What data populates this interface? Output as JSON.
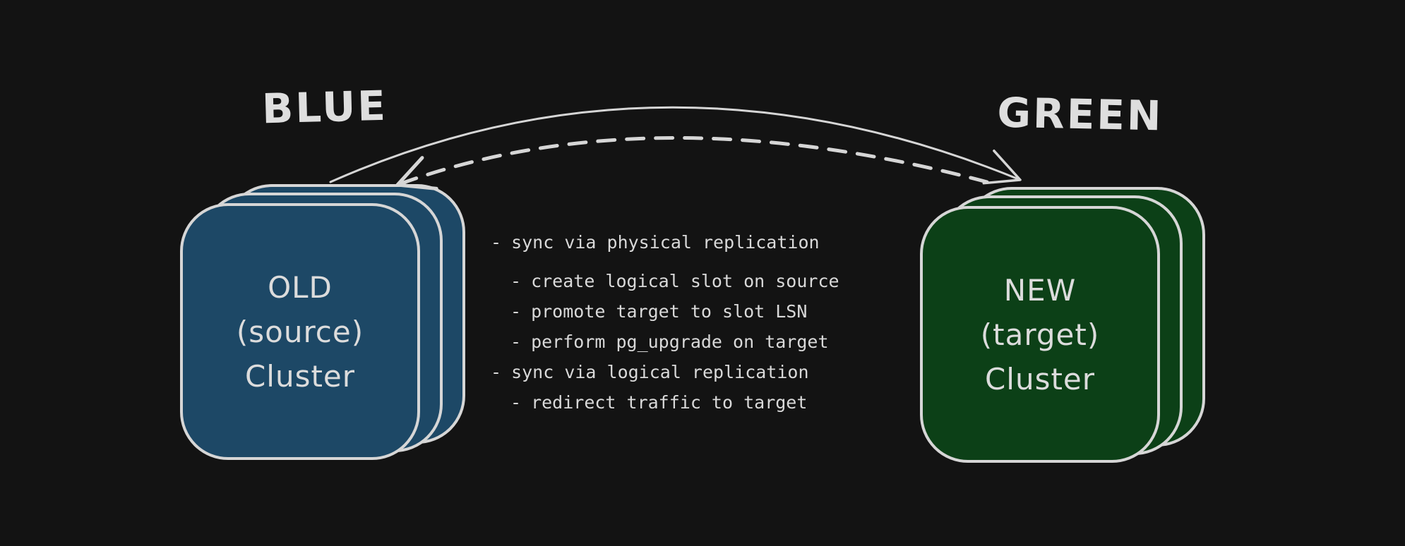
{
  "canvas": {
    "background": "#131313",
    "stroke_color": "#d6d6d6",
    "text_color": "#d9d9d9"
  },
  "titles": {
    "left": "BLUE",
    "right": "GREEN"
  },
  "clusters": {
    "blue": {
      "fill": "#1d4866",
      "lines": [
        "OLD",
        "(source)",
        "Cluster"
      ]
    },
    "green": {
      "fill": "#0c4017",
      "lines": [
        "NEW",
        "(target)",
        "Cluster"
      ]
    }
  },
  "steps": [
    {
      "bullet": "-",
      "indent": 0,
      "text": "sync via physical replication"
    },
    {
      "bullet": "-",
      "indent": 1,
      "text": "create logical slot on source"
    },
    {
      "bullet": "-",
      "indent": 1,
      "text": "promote target to slot LSN"
    },
    {
      "bullet": "-",
      "indent": 1,
      "text": "perform pg_upgrade on target"
    },
    {
      "bullet": "-",
      "indent": 0,
      "text": "sync via logical replication"
    },
    {
      "bullet": "-",
      "indent": 1,
      "text": "redirect traffic to target"
    }
  ],
  "arrows": {
    "solid": {
      "from": "blue cluster",
      "to": "green cluster",
      "style": "solid"
    },
    "dashed": {
      "from": "green cluster",
      "to": "blue cluster",
      "style": "dashed"
    }
  }
}
